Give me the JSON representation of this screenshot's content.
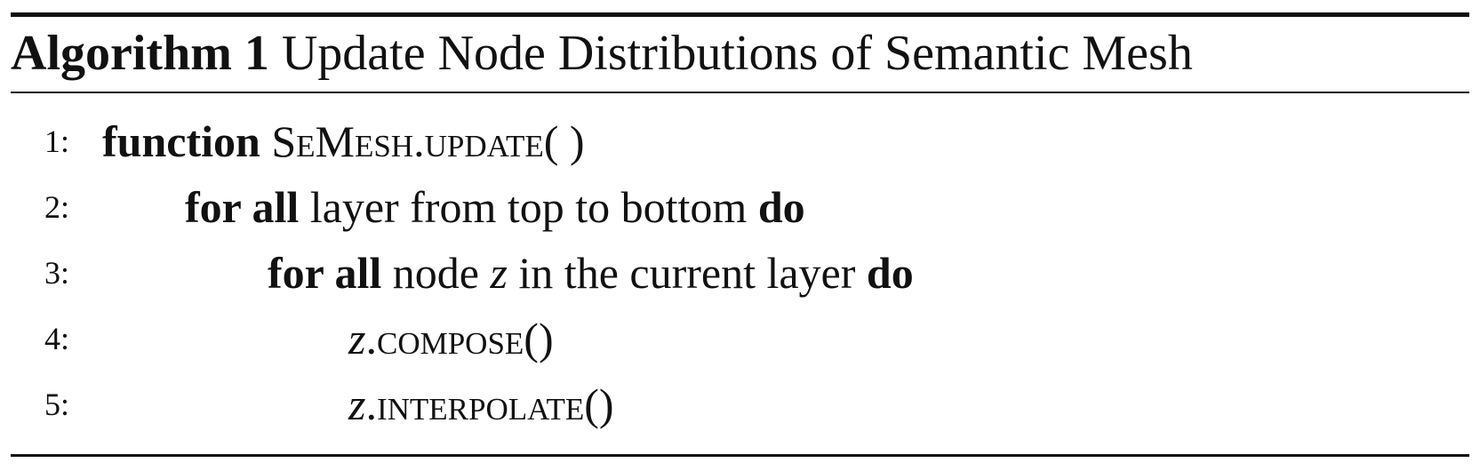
{
  "caption": {
    "label": "Algorithm 1",
    "title": "Update Node Distributions of Semantic Mesh"
  },
  "lines": [
    {
      "number": "1:",
      "keyword": "function",
      "name": "SeMesh.update",
      "args": "( )"
    },
    {
      "number": "2:",
      "keyword": "for all",
      "text": "layer from top to bottom",
      "keyword_end": "do"
    },
    {
      "number": "3:",
      "keyword": "for all",
      "text_before": "node",
      "variable": "z",
      "text_after": "in the current layer",
      "keyword_end": "do"
    },
    {
      "number": "4:",
      "variable": "z",
      "method": ".compose",
      "args": "()"
    },
    {
      "number": "5:",
      "variable": "z",
      "method": ".interpolate",
      "args": "()"
    }
  ]
}
